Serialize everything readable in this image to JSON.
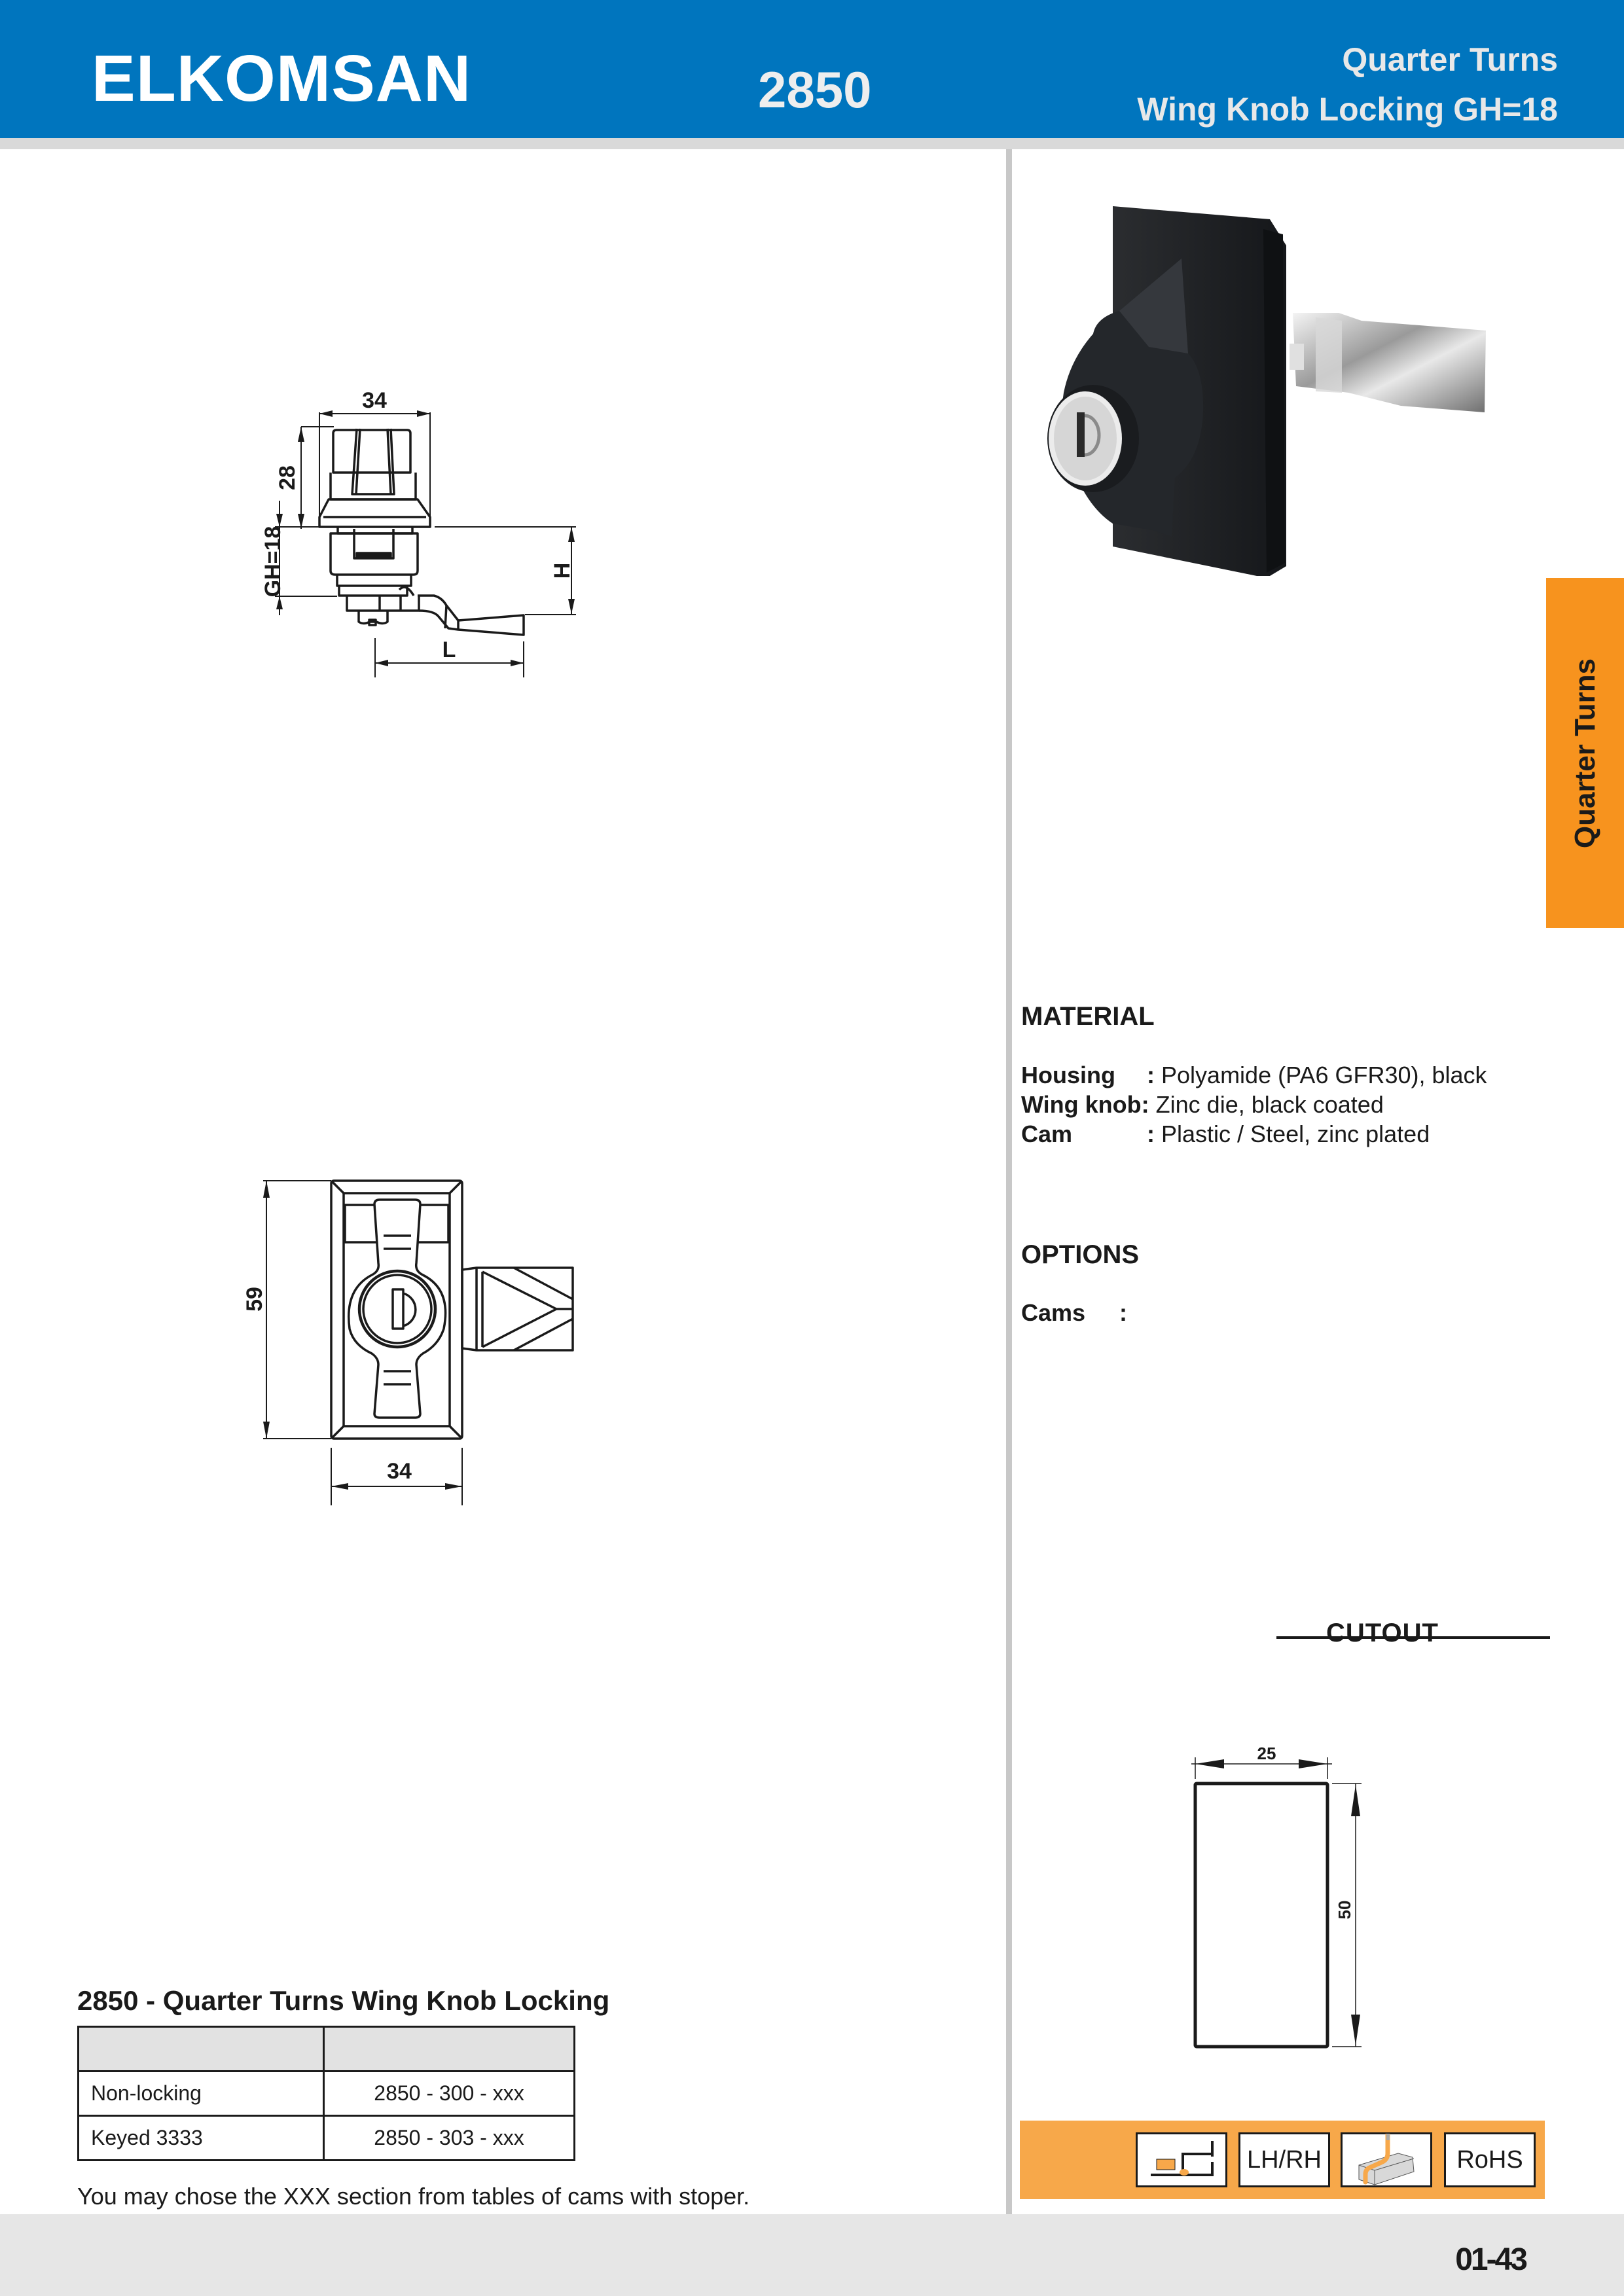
{
  "header": {
    "brand": "ELKOMSAN",
    "model": "2850",
    "category": "Quarter Turns",
    "product_title": "Wing Knob Locking GH=18",
    "colors": {
      "header_bg": "#0075BE",
      "accent_orange": "#F7931E",
      "feature_band": "#F7A84A"
    }
  },
  "side_tab": {
    "label": "Quarter Turns"
  },
  "drawings": {
    "side_view": {
      "width_label": "34",
      "height_label": "28",
      "gh_label": "GH=18",
      "h_label": "H",
      "l_label": "L"
    },
    "front_view": {
      "height_label": "59",
      "width_label": "34"
    },
    "cutout": {
      "title": "CUTOUT",
      "width_label": "25",
      "height_label": "50"
    }
  },
  "product_photo": {
    "alt": "Black wing knob quarter-turn lock with key cylinder and chrome cam"
  },
  "material": {
    "title": "MATERIAL",
    "rows": [
      {
        "key": "Housing",
        "sep": ":",
        "value": "Polyamide (PA6 GFR30), black"
      },
      {
        "key": "Wing knob",
        "sep": ":",
        "value": "Zinc die, black coated"
      },
      {
        "key": "Cam",
        "sep": ":",
        "value": "Plastic / Steel,  zinc plated"
      }
    ]
  },
  "options": {
    "title": "OPTIONS",
    "rows": [
      {
        "key": "Cams",
        "sep": ":",
        "value": ""
      }
    ]
  },
  "features": {
    "items": [
      {
        "icon": "mounting-panel-icon",
        "label": ""
      },
      {
        "icon": "lh-rh-text-icon",
        "label": "LH/RH"
      },
      {
        "icon": "zinc-plating-profile-icon",
        "label": ""
      },
      {
        "icon": "rohs-text-icon",
        "label": "RoHS"
      }
    ]
  },
  "order_table": {
    "title": "2850 - Quarter Turns Wing Knob Locking",
    "headers": [
      "",
      ""
    ],
    "rows": [
      [
        "Non-locking",
        "2850 - 300 - xxx"
      ],
      [
        "Keyed 3333",
        "2850 - 303 - xxx"
      ]
    ],
    "note": "You may chose the XXX section from tables of cams with stoper."
  },
  "footer": {
    "page_number": "01-43"
  }
}
